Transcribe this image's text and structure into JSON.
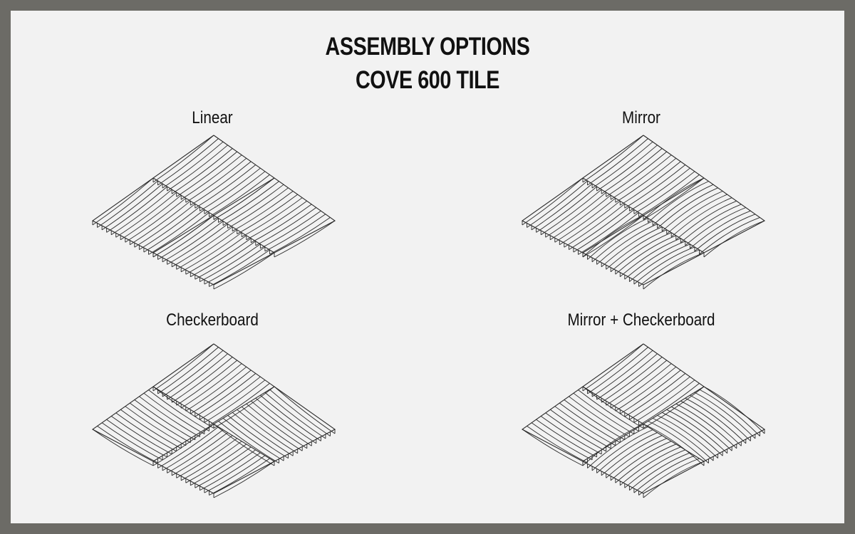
{
  "title": {
    "line1": "ASSEMBLY OPTIONS",
    "line2": "COVE 600 TILE"
  },
  "options": [
    {
      "label": "Linear",
      "pattern": "linear"
    },
    {
      "label": "Mirror",
      "pattern": "mirror"
    },
    {
      "label": "Checkerboard",
      "pattern": "checkerboard"
    },
    {
      "label": "Mirror + Checkerboard",
      "pattern": "mirror-checkerboard"
    }
  ],
  "colors": {
    "border": "#6c6b66",
    "background": "#f2f2f2",
    "ink": "#111111"
  }
}
